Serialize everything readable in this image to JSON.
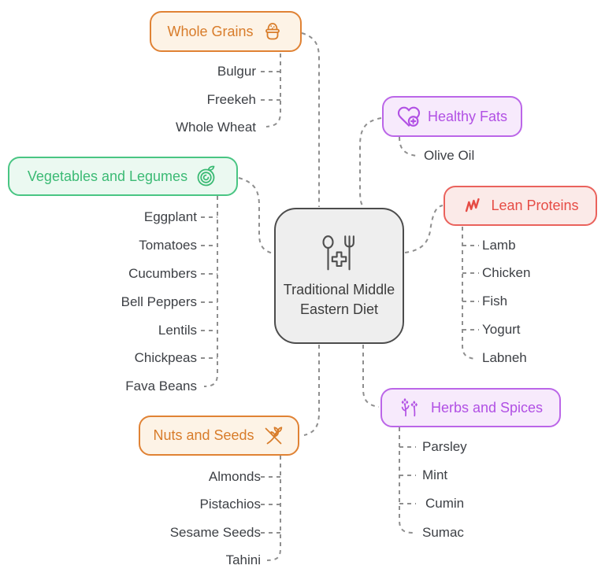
{
  "diagram_type": "mindmap",
  "connector_color": "#8f8f8f",
  "center": {
    "label": "Traditional Middle Eastern Diet",
    "icon": "spoon-fork-plus-icon",
    "bg": "#EEEEEE",
    "border": "#4C4C4C",
    "text_color": "#3C3C3C"
  },
  "branches": [
    {
      "id": "whole-grains",
      "label": "Whole Grains",
      "icon": "grain-pot-icon",
      "color": "#D87C2A",
      "border": "#E08234",
      "bg": "#FDF3E6",
      "items": [
        "Bulgur",
        "Freekeh",
        "Whole Wheat"
      ]
    },
    {
      "id": "healthy-fats",
      "label": "Healthy Fats",
      "icon": "heart-plus-icon",
      "color": "#B150E4",
      "border": "#BB66E8",
      "bg": "#F7EAFC",
      "items": [
        "Olive Oil"
      ]
    },
    {
      "id": "vegetables-and-legumes",
      "label": "Vegetables and Legumes",
      "icon": "salad-circle-icon",
      "color": "#3BBA74",
      "border": "#49C583",
      "bg": "#EBF9F1",
      "items": [
        "Eggplant",
        "Tomatoes",
        "Cucumbers",
        "Bell Peppers",
        "Lentils",
        "Chickpeas",
        "Fava Beans"
      ]
    },
    {
      "id": "lean-proteins",
      "label": "Lean Proteins",
      "icon": "meat-icon",
      "color": "#E64C45",
      "border": "#EA625C",
      "bg": "#FBEAE8",
      "items": [
        "Lamb",
        "Chicken",
        "Fish",
        "Yogurt",
        "Labneh"
      ]
    },
    {
      "id": "nuts-and-seeds",
      "label": "Nuts and Seeds",
      "icon": "wheat-off-icon",
      "color": "#D87C2A",
      "border": "#E08234",
      "bg": "#FDF3E6",
      "items": [
        "Almonds",
        "Pistachios",
        "Sesame Seeds",
        "Tahini"
      ]
    },
    {
      "id": "herbs-and-spices",
      "label": "Herbs and Spices",
      "icon": "herb-sprigs-icon",
      "color": "#B150E4",
      "border": "#BB66E8",
      "bg": "#F7EAFC",
      "items": [
        "Parsley",
        "Mint",
        "Cumin",
        "Sumac"
      ]
    }
  ]
}
